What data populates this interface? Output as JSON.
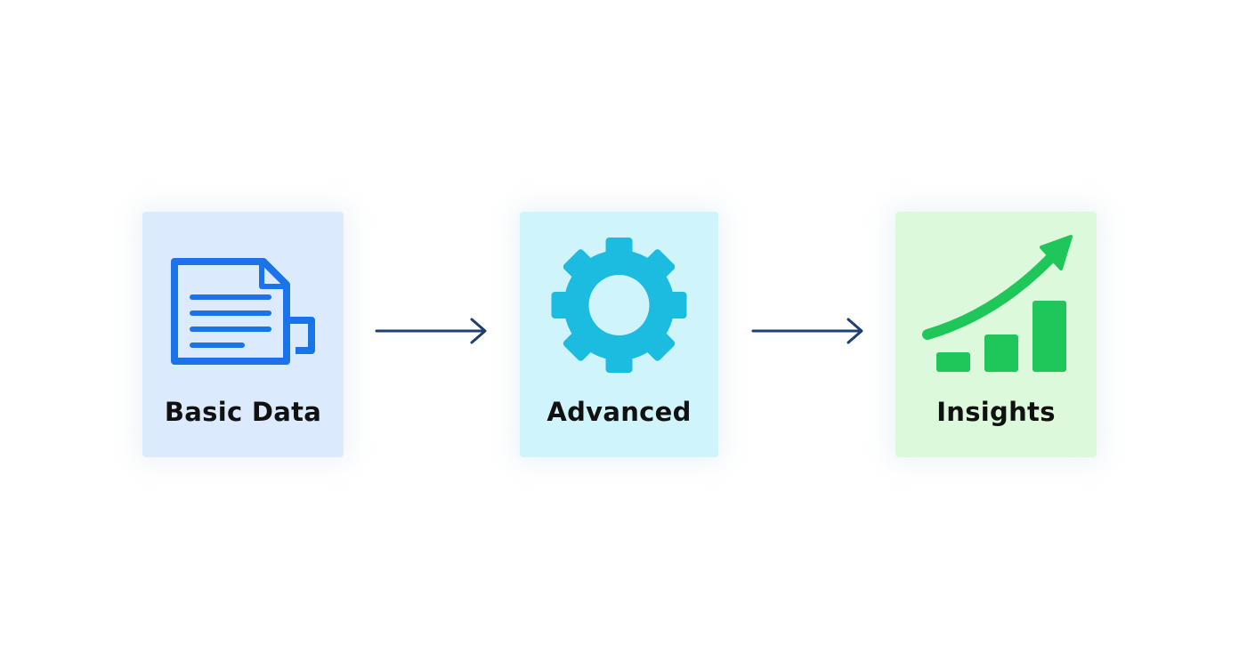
{
  "steps": [
    {
      "label": "Basic Data",
      "icon": "document-icon",
      "card_color": "#dbeafc",
      "icon_color": "#1a73e8"
    },
    {
      "label": "Advanced",
      "icon": "gear-icon",
      "card_color": "#d0f4fc",
      "icon_color": "#1bbce0"
    },
    {
      "label": "Insights",
      "icon": "growth-chart-icon",
      "card_color": "#ddf9dc",
      "icon_color": "#1fc659"
    }
  ],
  "arrow_color": "#1e4070"
}
